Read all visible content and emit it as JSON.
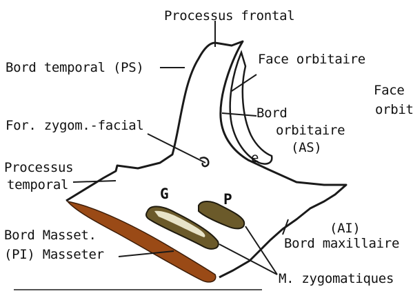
{
  "labels": {
    "processus_frontal": "Processus frontal",
    "bord_temporal": "Bord temporal (PS)",
    "face_orbitaire": "Face orbitaire",
    "face_orbit_cut_1": "Face",
    "face_orbit_cut_2": "orbit",
    "for_zygom": "For. zygom.-facial",
    "bord_orbitaire_1": "Bord",
    "bord_orbitaire_2": "orbitaire",
    "bord_orbitaire_3": "(AS)",
    "processus_temporal_1": "Processus",
    "processus_temporal_2": "temporal",
    "marker_g": "G",
    "marker_p": "P",
    "marker_e": "e",
    "ai": "(AI)",
    "bord_maxillaire": "Bord maxillaire",
    "bord_masset": "Bord Masset.",
    "pi_masseter": "(PI) Masseter",
    "m_zygomatiques": "M. zygomatiques"
  },
  "colors": {
    "line": "#1a1a1a",
    "masseter": "#9a4a16",
    "masseter_edge": "#3a1c08",
    "muscle_fill": "#6b5a2a",
    "muscle_edge": "#1e1a0e",
    "muscle_light": "#e8e4c8"
  }
}
